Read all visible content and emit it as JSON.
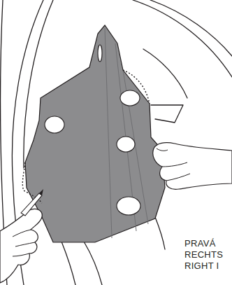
{
  "diagram": {
    "labels": [
      "PRAVÁ",
      "RECHTS",
      "RIGHT I"
    ]
  }
}
